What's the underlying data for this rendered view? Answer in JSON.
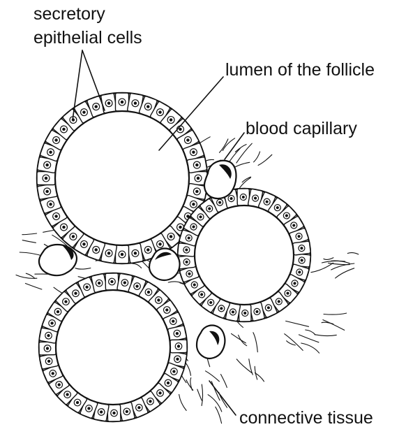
{
  "labels": {
    "secretory_line1": "secretory",
    "secretory_line2": "epithelial cells",
    "lumen": "lumen of the follicle",
    "capillary": "blood capillary",
    "connective": "connective tissue"
  },
  "colors": {
    "ink": "#111111",
    "background": "#ffffff"
  }
}
